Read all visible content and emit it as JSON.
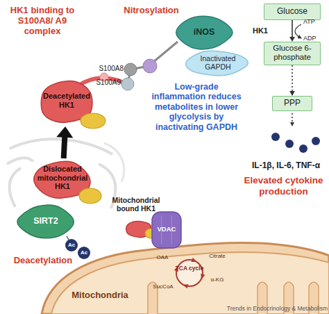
{
  "diagram": {
    "nodes": [
      {
        "text": [
          "iNOS"
        ]
      },
      {
        "text": [
          "Inactivated GAPDH"
        ]
      },
      {
        "text": [
          "Glucose"
        ]
      },
      {
        "text": [
          "Glucose 6-phosphate"
        ]
      },
      {
        "text": [
          "PPP"
        ]
      },
      {
        "text": [
          "Deacetylated HK1"
        ]
      },
      {
        "text": [
          "Dislocated mitochondrial HK1"
        ]
      },
      {
        "text": [
          "SIRT2"
        ]
      },
      {
        "text": [
          "Mitochondrial bound HK1"
        ]
      },
      {
        "text": [
          "VDAC"
        ]
      },
      {
        "text": [
          "Mitochondria"
        ]
      },
      {
        "text": [
          "TCA cycle"
        ],
        "in": 10
      }
    ],
    "edges": [
      {
        "from": 2,
        "to": 3,
        "arrow": "to",
        "label": "HK1"
      },
      {
        "from": 3,
        "to": 4,
        "arrow": "to"
      },
      {
        "from": 6,
        "to": 5,
        "arrow": "to"
      }
    ],
    "labels": [
      "HK1 binding to S100A8/ A9 complex",
      "Nitrosylation",
      "S100A8",
      "S100A9",
      "ATP",
      "ADP",
      "Low-grade inflammation reduces metabolites in lower glycolysis by inactivating GAPDH",
      "IL-1β, IL-6, TNF-α",
      "Elevated cytokine production",
      "Ac",
      "Ac",
      "Deacetylation",
      "OAA",
      "Citrate",
      "α-KG",
      "SucCoA",
      "Trends in Endocrinology & Metabolism"
    ]
  }
}
